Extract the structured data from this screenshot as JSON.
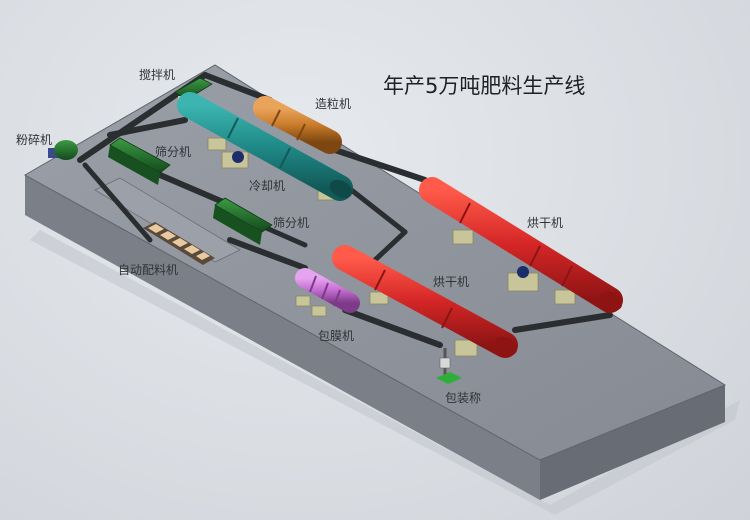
{
  "title": "年产5万吨肥料生产线",
  "colors": {
    "background": "#dde1e6",
    "platform_top": "#8e939c",
    "platform_side": "#6f747c",
    "conveyor": "#2a2e30",
    "crusher": "#2f6a34",
    "mixer": "#2f6a34",
    "granulator": "#c97b2a",
    "cooler": "#1f8a87",
    "dryer": "#d42626",
    "coating": "#c26bd0",
    "screener": "#1f6b2a",
    "base": "#c9c59a"
  },
  "labels": {
    "crusher": "粉碎机",
    "mixer": "搅拌机",
    "granulator": "造粒机",
    "screener_1": "筛分机",
    "cooler": "冷却机",
    "screener_2": "筛分机",
    "batching": "自动配料机",
    "dryer_1": "烘干机",
    "dryer_2": "烘干机",
    "coating": "包膜机",
    "packing": "包装称"
  }
}
